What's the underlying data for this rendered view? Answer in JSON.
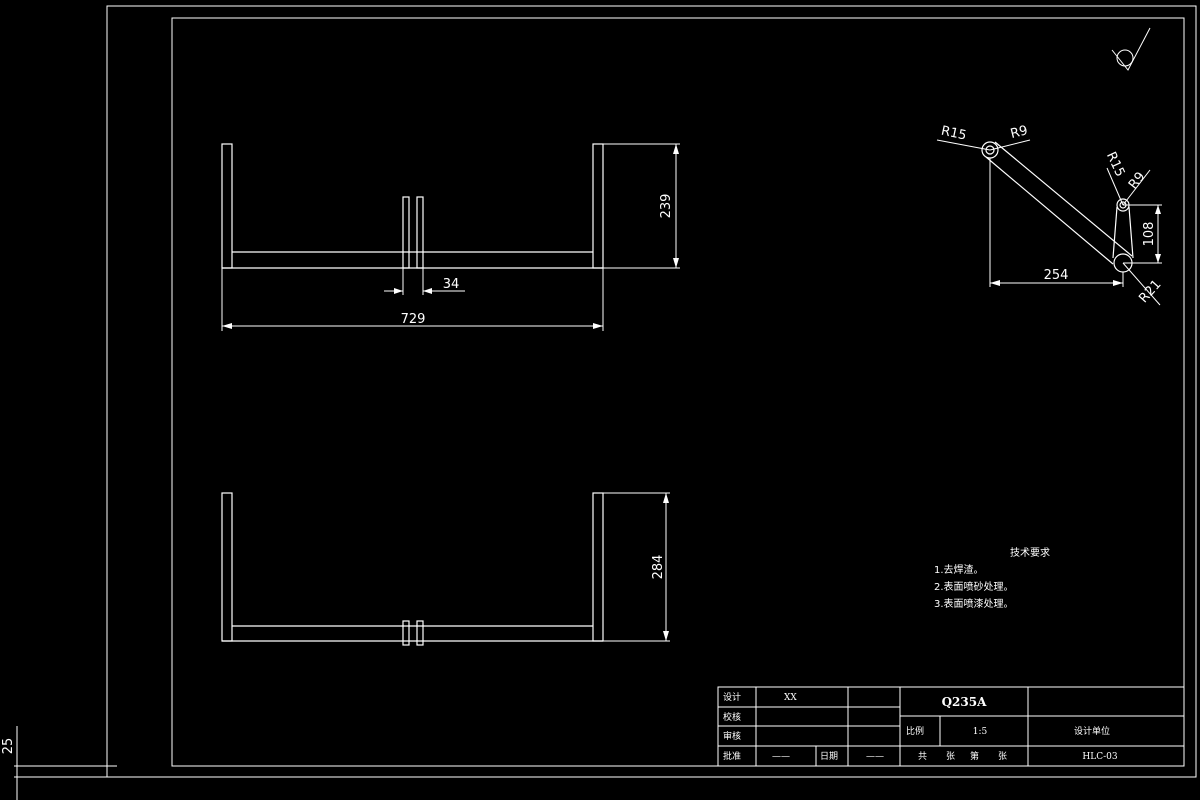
{
  "drawing": {
    "margin_dim": "25",
    "front_view": {
      "height_dim": "239",
      "gap_dim": "34",
      "width_dim": "729"
    },
    "bottom_view": {
      "height_dim": "284"
    },
    "detail": {
      "r15_a": "R15",
      "r9_a": "R9",
      "r15_b": "R15",
      "r9_b": "R9",
      "height_dim": "108",
      "width_dim": "254",
      "r21": "R21"
    },
    "tech_req": {
      "title": "技术要求",
      "items": [
        "1.去焊渣。",
        "2.表面喷砂处理。",
        "3.表面喷漆处理。"
      ]
    },
    "title_block": {
      "design_label": "设计",
      "designer": "XX",
      "check_label": "校核",
      "review_label": "审核",
      "approve_label": "批准",
      "approve_value": "——",
      "date_label": "日期",
      "date_value": "——",
      "material": "Q235A",
      "scale_label": "比例",
      "scale": "1:5",
      "unit_label": "设计单位",
      "sheet_total": "共",
      "sheet_label": "张",
      "sheet_no": "第",
      "sheet_label2": "张",
      "drawing_no": "HLC-03"
    }
  }
}
